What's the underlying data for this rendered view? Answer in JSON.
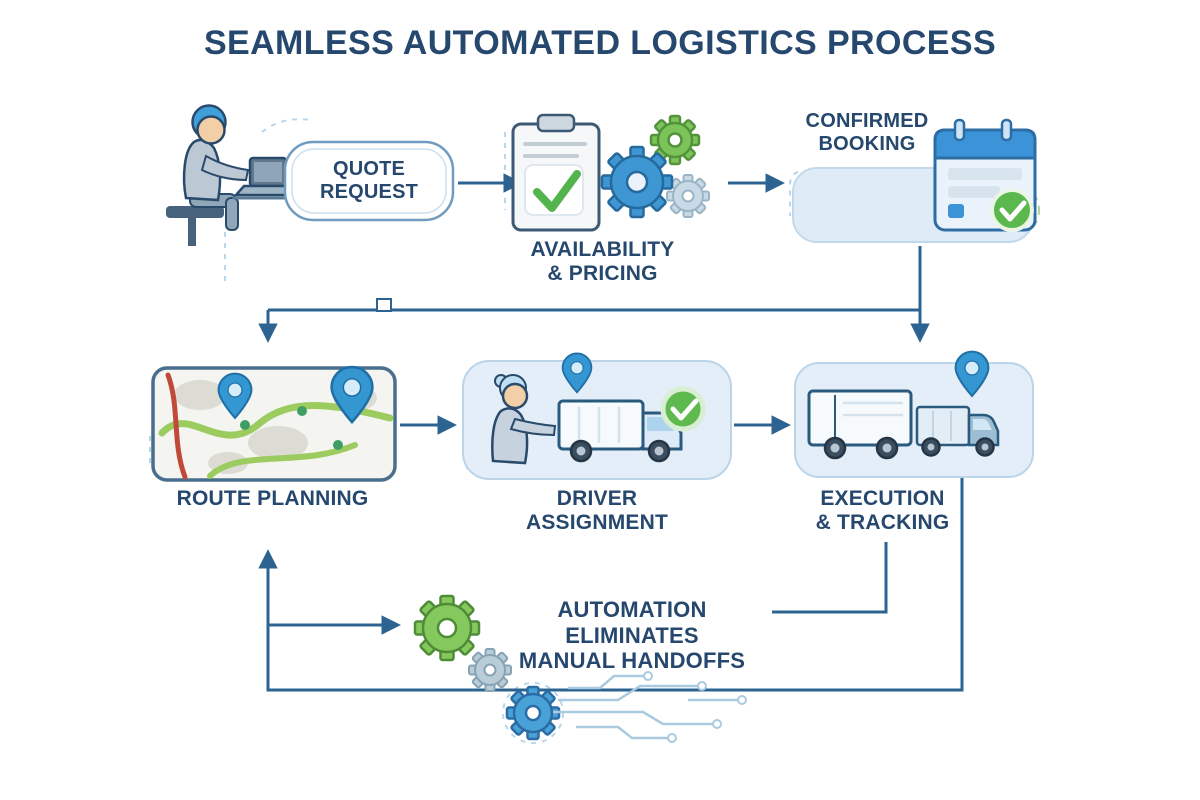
{
  "title": "SEAMLESS AUTOMATED LOGISTICS PROCESS",
  "nodes": {
    "quote_request": "QUOTE\nREQUEST",
    "availability_pricing": "AVAILABILITY\n& PRICING",
    "confirmed_booking": "CONFIRMED\nBOOKING",
    "route_planning": "ROUTE PLANNING",
    "driver_assignment": "DRIVER\nASSIGNMENT",
    "execution_tracking": "EXECUTION\n& TRACKING",
    "automation_note": "AUTOMATION ELIMINATES\nMANUAL HANDOFFS"
  },
  "icons": [
    "person-at-laptop-icon",
    "clipboard-check-icon",
    "gear-icon",
    "calendar-check-icon",
    "check-circle-icon",
    "map-route-icon",
    "location-pin-icon",
    "driver-with-truck-icon",
    "delivery-trucks-icon",
    "automation-gears-icon",
    "circuit-traces-icon"
  ],
  "colors": {
    "text_navy": "#27486e",
    "arrow_blue": "#2d6391",
    "panel_blue": "#e3eef8",
    "accent_blue": "#3d9bd6",
    "success_green": "#5bb84e",
    "gear_green": "#85c95e",
    "map_road_green": "#9ccb5f",
    "map_road_red": "#c0493a"
  }
}
